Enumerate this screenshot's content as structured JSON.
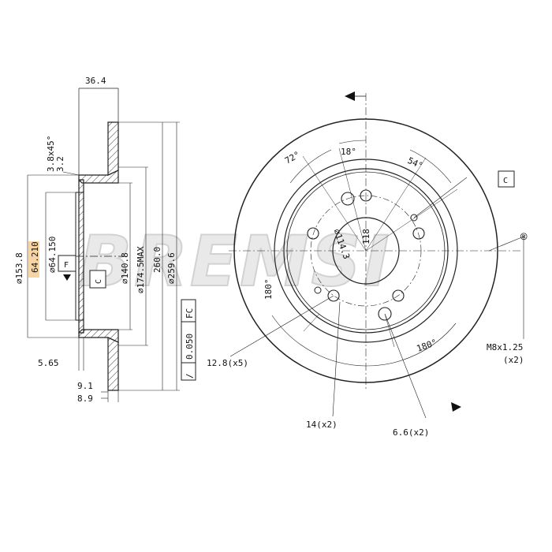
{
  "brand": {
    "watermark": "BREMSI",
    "registered_mark": "®"
  },
  "side_view": {
    "width": "36.4",
    "chamfer": "3.8x45°",
    "chamfer_2": "3.2",
    "dia_outer_hub": "⌀153.8",
    "hub_bore_max": "64.210",
    "hub_bore_min": "⌀64.150",
    "dia_hat": "⌀140.8",
    "dia_disc_max": "⌀174.5MAX",
    "dia_260": "260.0",
    "dia_2596": "⌀259.6",
    "hat_thickness": "5.65",
    "thickness_1": "9.1",
    "thickness_2": "8.9",
    "tag_f": "F",
    "tag_c": "C",
    "tolerance": [
      "/ ",
      "0.050",
      "FC"
    ]
  },
  "front_view": {
    "tag_c": "C",
    "angle_72": "72°",
    "angle_18": "18°",
    "angle_54": "54°",
    "pcd_118": "118",
    "pcd_1143": "⌀114.3",
    "angle_180_left": "180°",
    "angle_180_right": "180°",
    "hole_bolt": "12.8(x5)",
    "hole_thread": "M8x1.25",
    "hole_thread_qty": "(x2)",
    "hole_14": "14(x2)",
    "hole_66": "6.6(x2)"
  }
}
